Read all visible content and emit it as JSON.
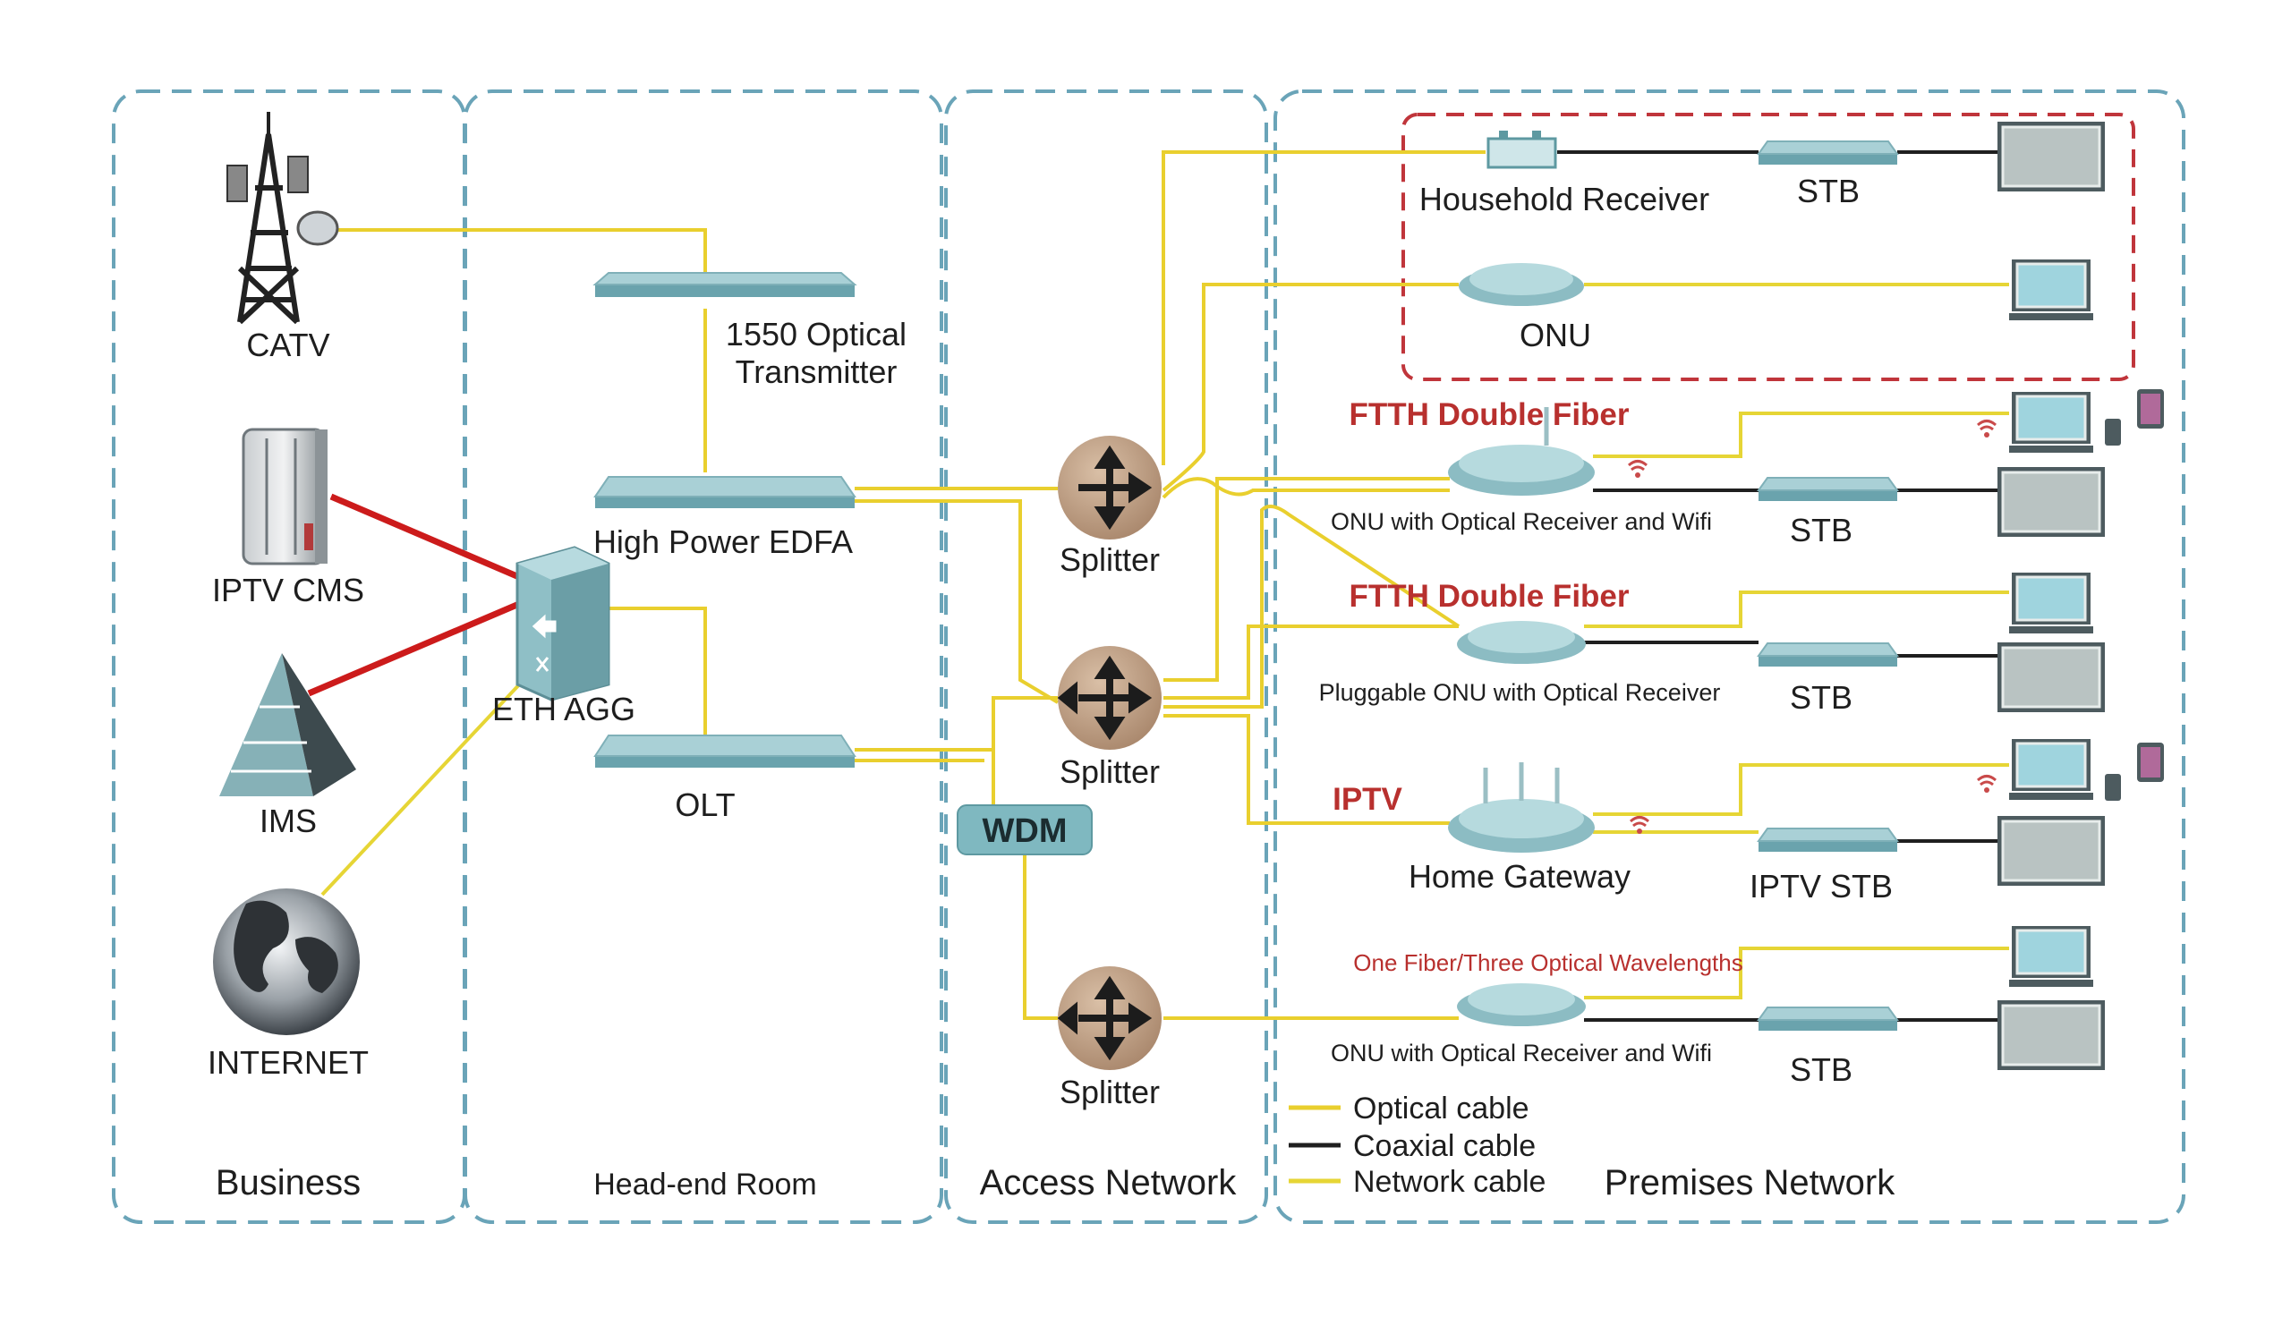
{
  "regions": {
    "business": "Business",
    "headend": "Head-end Room",
    "access": "Access Network",
    "premises": "Premises Network"
  },
  "business": {
    "catv": "CATV",
    "iptv_cms": "IPTV CMS",
    "ims": "IMS",
    "internet": "INTERNET"
  },
  "headend": {
    "transmitter_line1": "1550  Optical",
    "transmitter_line2": "Transmitter",
    "edfa": "High Power EDFA",
    "eth_agg": "ETH AGG",
    "olt": "OLT"
  },
  "access": {
    "splitter_1": "Splitter",
    "splitter_2": "Splitter",
    "splitter_3": "Splitter",
    "wdm": "WDM"
  },
  "premises": {
    "household_receiver": "Household Receiver",
    "stb_1": "STB",
    "onu": "ONU",
    "ftth_1": "FTTH Double Fiber",
    "onu_wifi_1": "ONU with Optical Receiver and Wifi",
    "stb_2": "STB",
    "ftth_2": "FTTH Double Fiber",
    "pluggable_onu": "Pluggable ONU with Optical Receiver",
    "stb_3": "STB",
    "iptv": "IPTV",
    "home_gateway": "Home Gateway",
    "iptv_stb": "IPTV STB",
    "one_fiber": "One Fiber/Three Optical Wavelengths",
    "onu_wifi_2": "ONU with Optical Receiver and Wifi",
    "stb_4": "STB"
  },
  "legend": {
    "optical": "Optical cable",
    "coaxial": "Coaxial cable",
    "network": "Network cable"
  },
  "colors": {
    "optical_cable": "#e9cf2e",
    "coaxial_cable": "#1f1f1f",
    "network_cable": "#e6d535",
    "red_link": "#cc1b1b",
    "zone_border": "#6aa4b8",
    "household_box": "#c0353b",
    "device": "#a9d0d6"
  }
}
